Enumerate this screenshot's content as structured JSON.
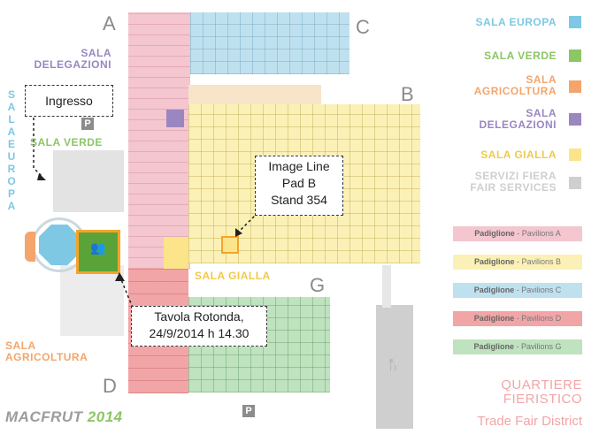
{
  "hall_letters": {
    "a": "A",
    "b": "B",
    "c": "C",
    "d": "D",
    "g": "G"
  },
  "map_labels": {
    "sala_delegazioni": "SALA\nDELEGAZIONI",
    "sala_europa_vertical": "SALA EUROPA",
    "sala_verde": "SALA VERDE",
    "sala_gialla": "SALA GIALLA",
    "sala_agricoltura": "SALA\nAGRICOLTURA"
  },
  "callouts": {
    "ingresso": "Ingresso",
    "image_line": "Image Line\nPad B\nStand 354",
    "tavola_rotonda": "Tavola Rotonda,\n24/9/2014 h 14.30"
  },
  "legend": {
    "rooms": [
      {
        "label": "SALA EUROPA",
        "color": "#7ec8e3"
      },
      {
        "label": "SALA VERDE",
        "color": "#8cc665"
      },
      {
        "label": "SALA\nAGRICOLTURA",
        "color": "#f3a56c"
      },
      {
        "label": "SALA\nDELEGAZIONI",
        "color": "#9a86c1"
      },
      {
        "label": "SALA GIALLA",
        "color": "#fbe48a"
      },
      {
        "label": "SERVIZI FIERA\nFAIR SERVICES",
        "color": "#cfcfcf"
      }
    ],
    "pavilions": [
      {
        "name": "Padiglione",
        "suffix": " - Pavilions A",
        "color": "#f4c6cf"
      },
      {
        "name": "Padiglione",
        "suffix": " - Pavilions B",
        "color": "#fbf1b7"
      },
      {
        "name": "Padiglione",
        "suffix": " - Pavilions C",
        "color": "#bfe1ef"
      },
      {
        "name": "Padiglione",
        "suffix": " - Pavilions D",
        "color": "#f2a5a7"
      },
      {
        "name": "Padiglione",
        "suffix": " - Pavilions G",
        "color": "#bfe2bf"
      }
    ]
  },
  "district": {
    "it": "QUARTIERE\nFIERISTICO",
    "en": "Trade Fair District"
  },
  "logo": {
    "name": "MACFRUT",
    "year": "2014"
  },
  "parking_labels": {
    "p1": "P",
    "p2": "P"
  },
  "colors": {
    "pavilion_a": "#f4c6cf",
    "pavilion_b": "#fbf1b7",
    "pavilion_c": "#bfe1ef",
    "pavilion_d": "#f2a5a7",
    "pavilion_g": "#bfe2bf",
    "sala_verde": "#5aa339",
    "highlight": "#f5a32a",
    "services": "#cfcfcf"
  }
}
